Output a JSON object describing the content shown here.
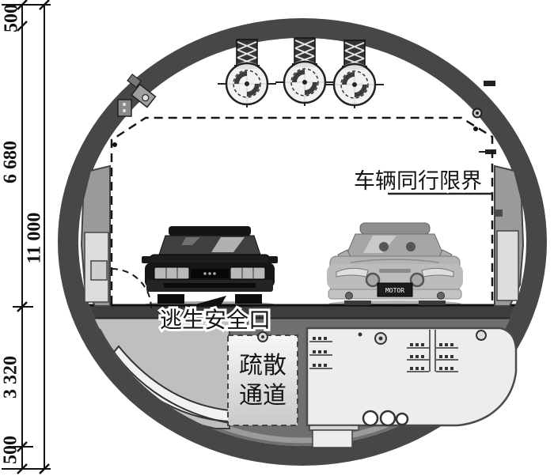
{
  "figure": {
    "description": "shield tunnel cross-section with two vehicles, jet fans, clearance envelope and evacuation passage",
    "dimensions": {
      "top_segment": "500",
      "upper_clearance": "6 680",
      "overall": "11 000",
      "lower_structure": "3 320",
      "bottom_segment": "500"
    },
    "labels": {
      "vehicle_clearance": "车辆同行限界",
      "escape_exit": "逃生安全口",
      "evac_line1": "疏散",
      "evac_line2": "通道"
    },
    "vehicles": {
      "right_car_plate": "MOTOR"
    },
    "colors": {
      "ring": "#474747",
      "interior": "#ffffff",
      "under_deck": "#6f6f6f",
      "deck_band": "#3e3e3e",
      "wall_panel": "#9a9a9a",
      "compartment": "#ededed",
      "evac_box_light": "#f7f7f7",
      "evac_box_dark": "#c9c9c9",
      "line": "#1a1a1a"
    }
  }
}
